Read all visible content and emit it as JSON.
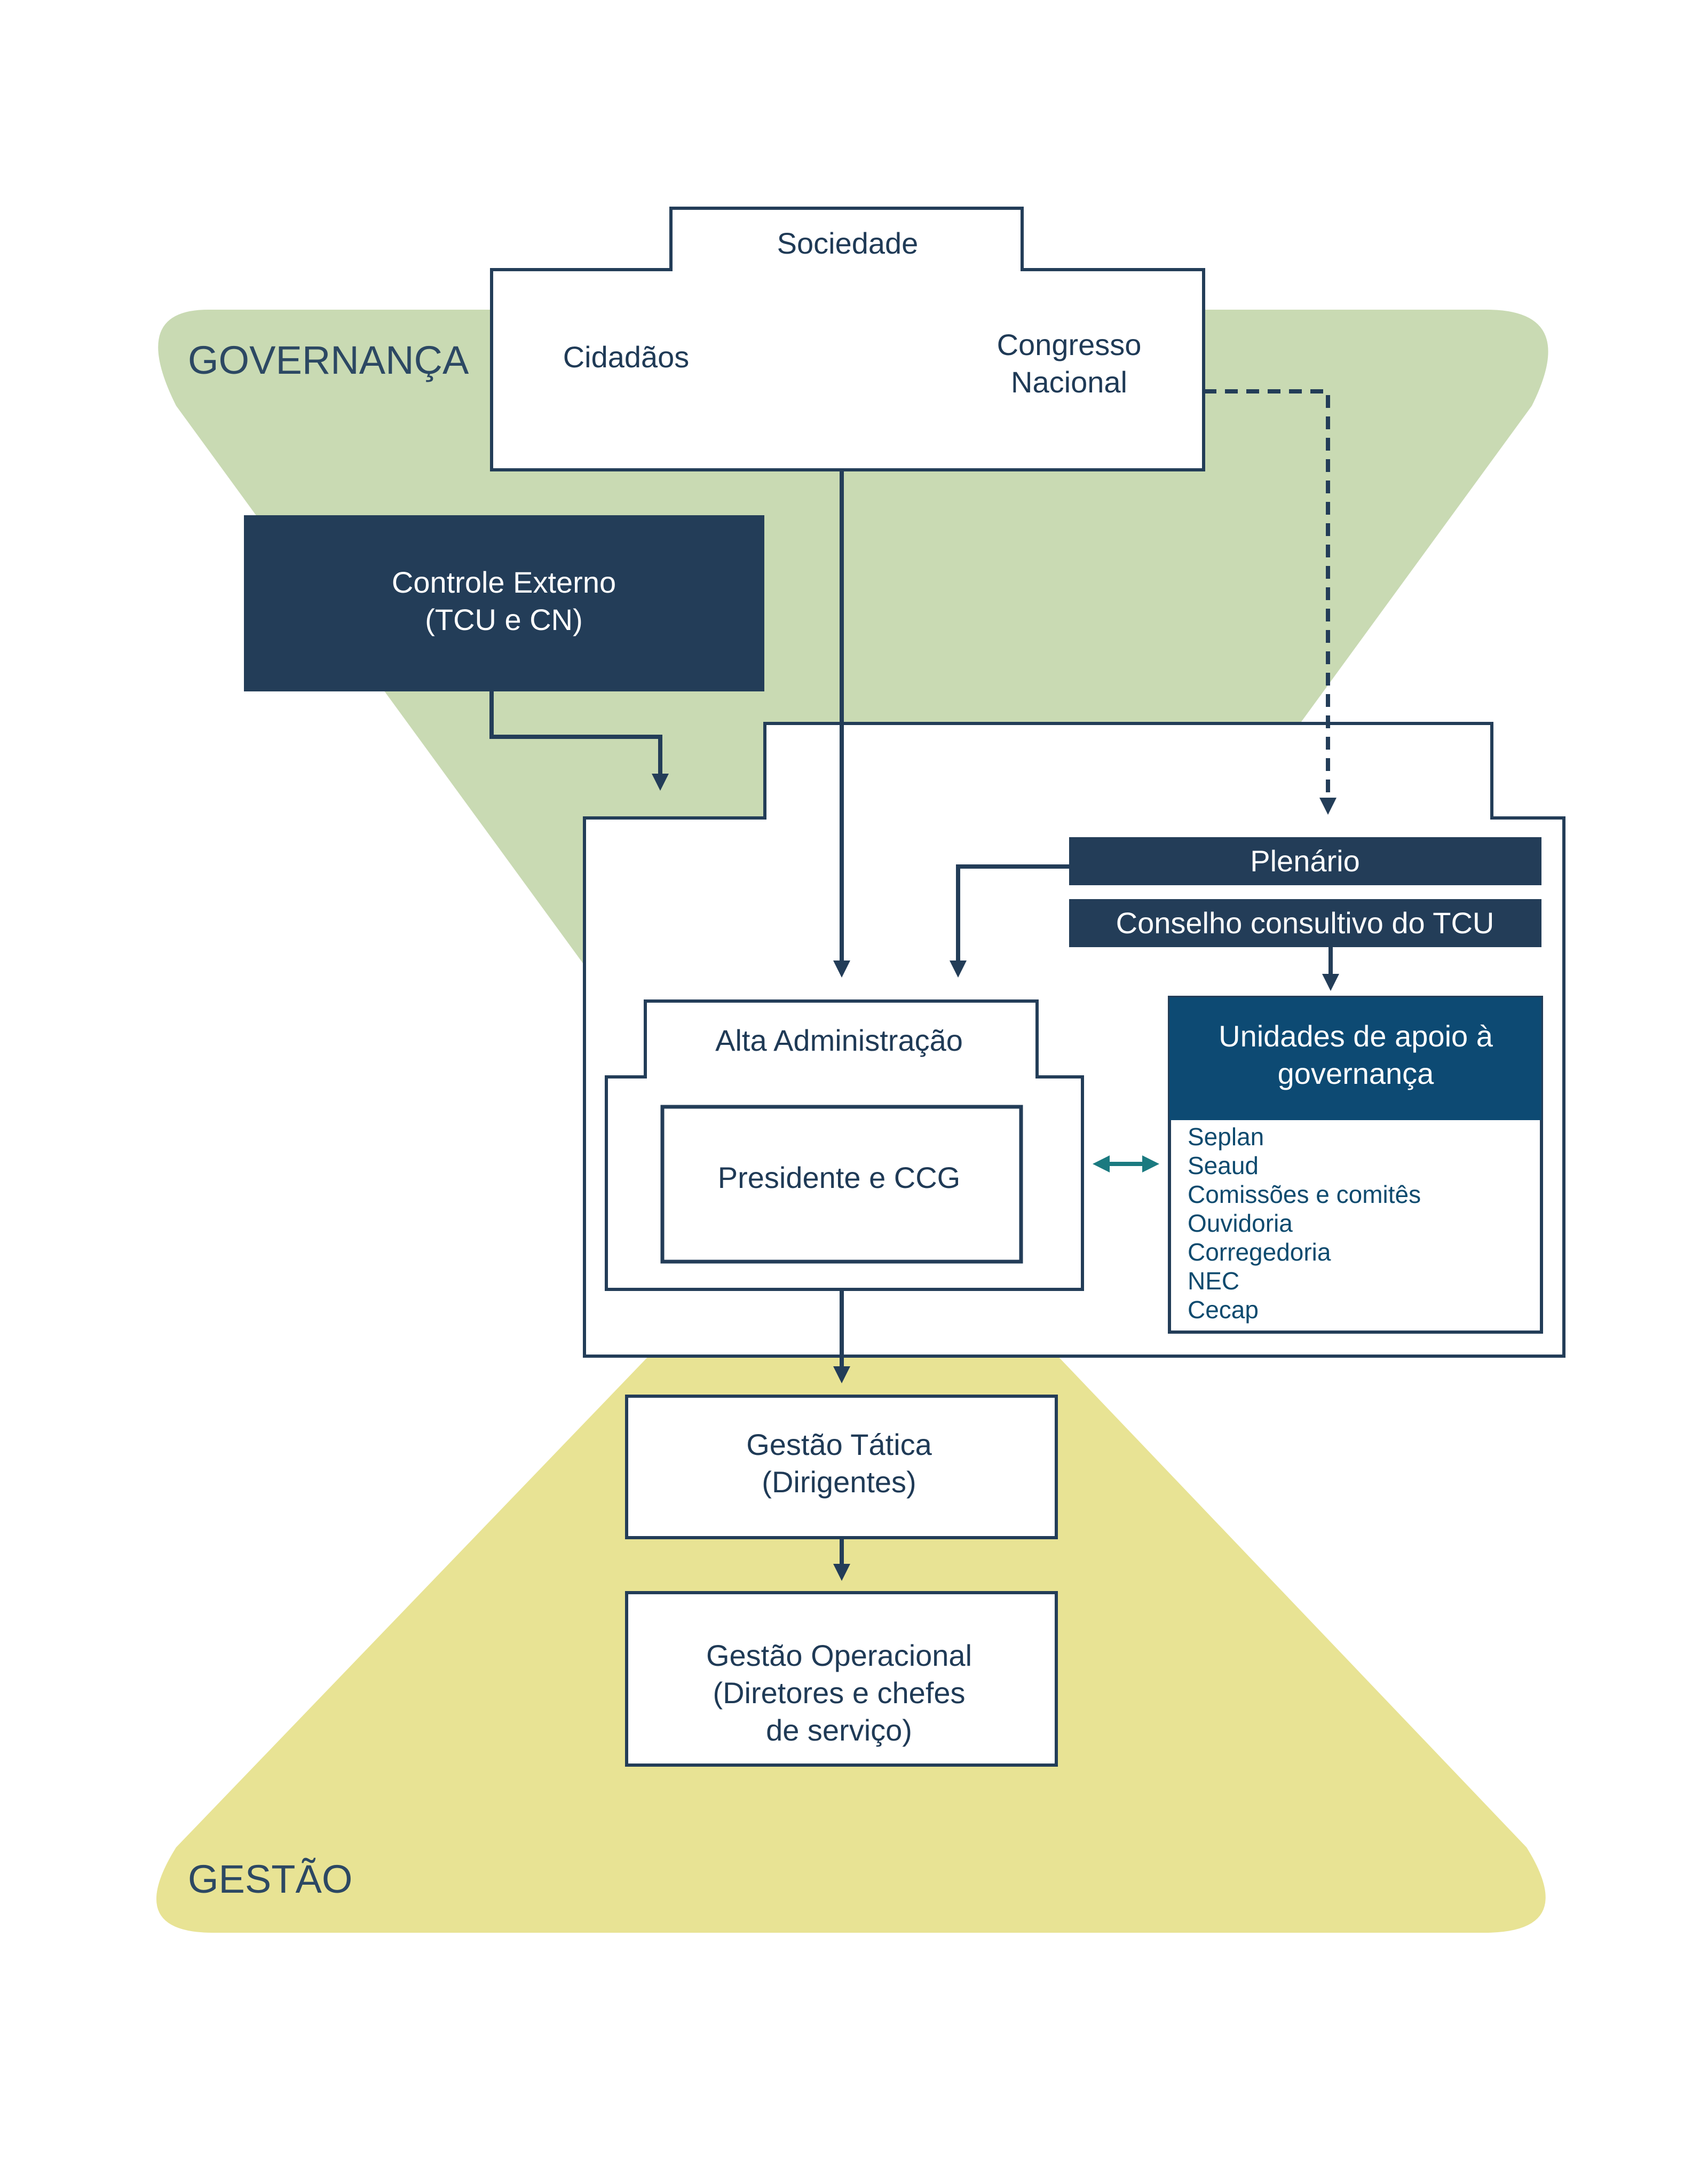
{
  "colors": {
    "governance_green": "#c9dab3",
    "gestao_yellow": "#e8e394",
    "navy": "#233d58",
    "deep_blue": "#0d4a73",
    "teal_arrow": "#1b7a80",
    "text": "#1f3a56"
  },
  "zones": {
    "governance_label": "GOVERNANÇA",
    "gestao_label": "GESTÃO"
  },
  "sociedade": {
    "title": "Sociedade",
    "cidadaos": "Cidadãos",
    "congresso_line1": "Congresso",
    "congresso_line2": "Nacional"
  },
  "controle_externo": {
    "line1": "Controle Externo",
    "line2": "(TCU e CN)"
  },
  "plenario": "Plenário",
  "conselho": "Conselho consultivo do TCU",
  "alta_administracao": {
    "title": "Alta Administração",
    "inner": "Presidente e CCG"
  },
  "unidades_apoio": {
    "title_line1": "Unidades de apoio à",
    "title_line2": "governança",
    "items": [
      "Seplan",
      "Seaud",
      "Comissões e comitês",
      "Ouvidoria",
      "Corregedoria",
      "NEC",
      "Cecap"
    ]
  },
  "gestao_tatica": {
    "line1": "Gestão Tática",
    "line2": "(Dirigentes)"
  },
  "gestao_operacional": {
    "line1": "Gestão Operacional",
    "line2": "(Diretores e chefes",
    "line3": "de serviço)"
  }
}
